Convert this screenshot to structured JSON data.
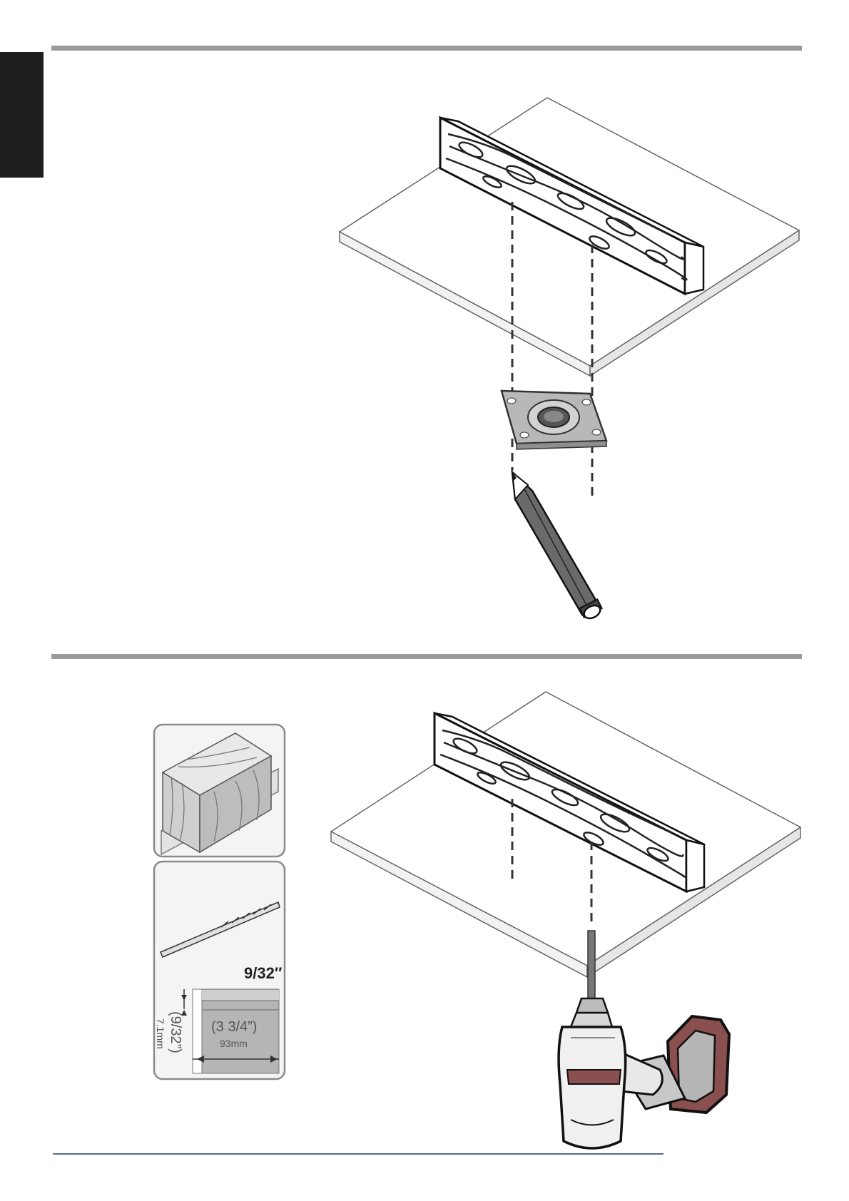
{
  "step2": {
    "drill_bit_size": "9/32″",
    "depth_imperial": "(3 3/4”)",
    "depth_metric": "93mm",
    "hole_imperial": "(9/32”)",
    "hole_metric": "7.1mm"
  },
  "colors": {
    "section_rule": "#9a9a9a",
    "side_tab": "#1e1e1e",
    "footer_line": "#5a6b85",
    "drill_accent": "#8a4f4f"
  },
  "icons": [
    "pencil-icon",
    "drill-icon",
    "drill-bit-icon",
    "mounting-plate-icon",
    "wood-beam-icon"
  ]
}
